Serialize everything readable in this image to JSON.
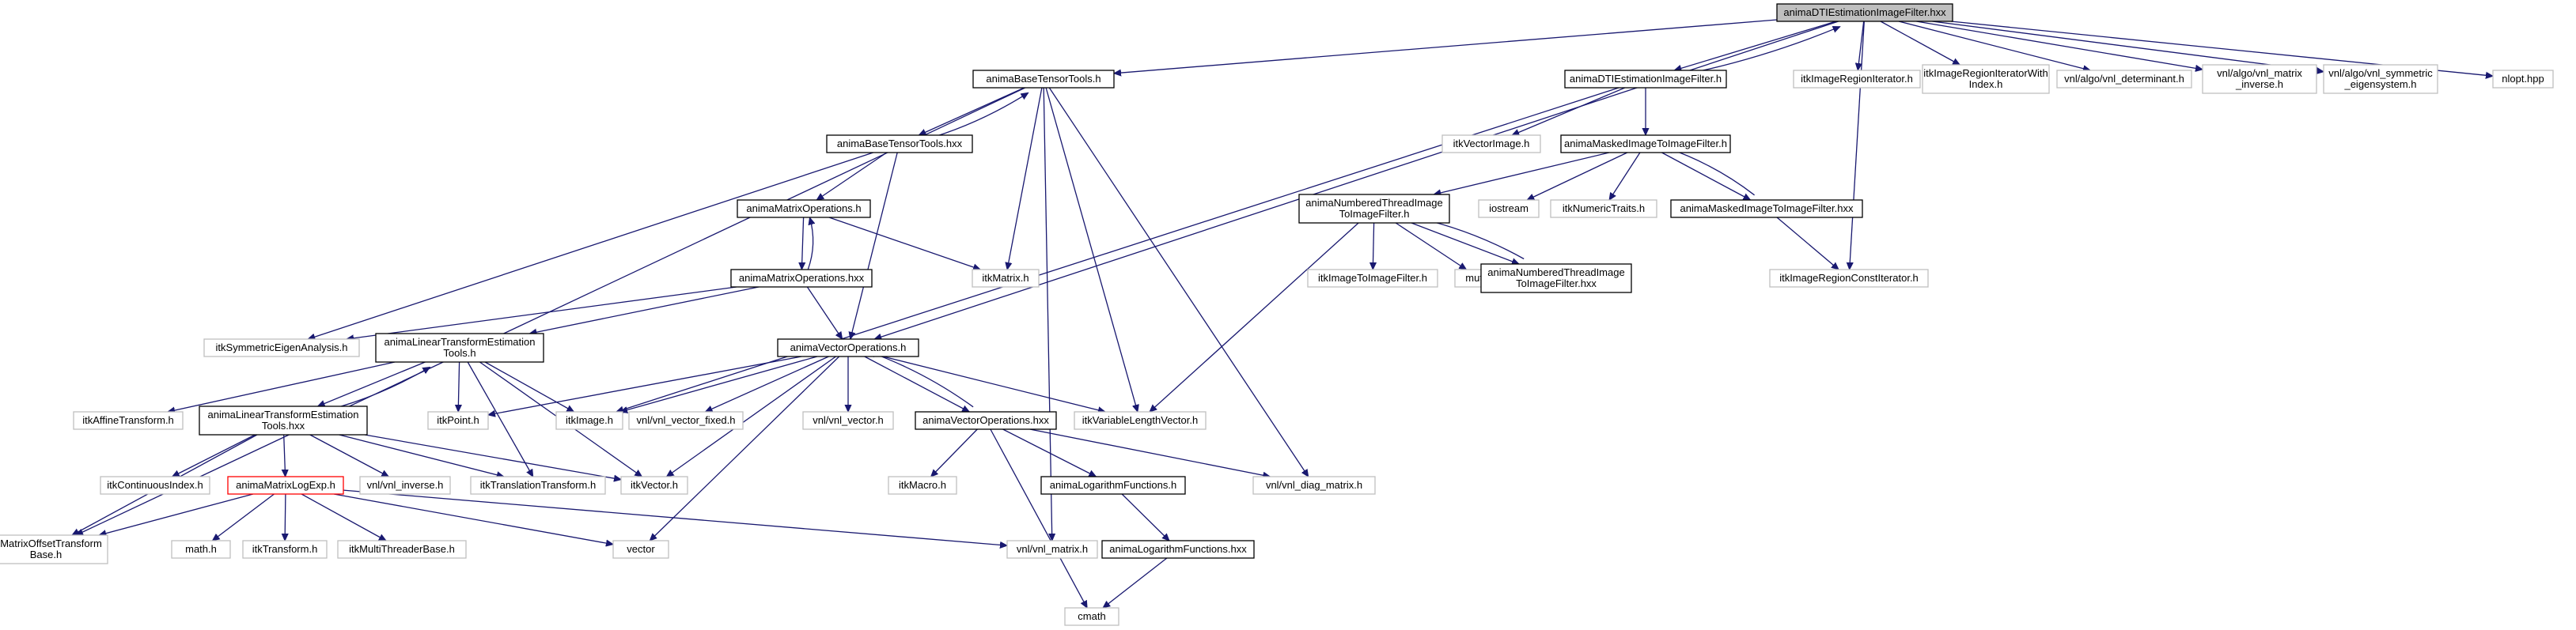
{
  "graph": {
    "nodes": [
      {
        "id": "root",
        "lines": [
          "animaDTIEstimationImageFilter.hxx"
        ],
        "kind": "root"
      },
      {
        "id": "base_h",
        "lines": [
          "animaBaseTensorTools.h"
        ],
        "kind": "documented"
      },
      {
        "id": "dti_h",
        "lines": [
          "animaDTIEstimationImageFilter.h"
        ],
        "kind": "documented"
      },
      {
        "id": "itkImageRegionIterator_h",
        "lines": [
          "itkImageRegionIterator.h"
        ],
        "kind": "external"
      },
      {
        "id": "itkImageRegionIteratorWithIndex_h",
        "lines": [
          "itkImageRegionIteratorWith",
          "Index.h"
        ],
        "kind": "external"
      },
      {
        "id": "vnl_determinant_h",
        "lines": [
          "vnl/algo/vnl_determinant.h"
        ],
        "kind": "external"
      },
      {
        "id": "vnl_matrix_inverse_h",
        "lines": [
          "vnl/algo/vnl_matrix",
          "_inverse.h"
        ],
        "kind": "external"
      },
      {
        "id": "vnl_symmetric_eigensystem_h",
        "lines": [
          "vnl/algo/vnl_symmetric",
          "_eigensystem.h"
        ],
        "kind": "external"
      },
      {
        "id": "nlopt_hpp",
        "lines": [
          "nlopt.hpp"
        ],
        "kind": "external"
      },
      {
        "id": "base_hxx",
        "lines": [
          "animaBaseTensorTools.hxx"
        ],
        "kind": "documented"
      },
      {
        "id": "itkVectorImage_h",
        "lines": [
          "itkVectorImage.h"
        ],
        "kind": "external"
      },
      {
        "id": "masked_h",
        "lines": [
          "animaMaskedImageToImageFilter.h"
        ],
        "kind": "documented"
      },
      {
        "id": "matops_h",
        "lines": [
          "animaMatrixOperations.h"
        ],
        "kind": "documented"
      },
      {
        "id": "numbered_h",
        "lines": [
          "animaNumberedThreadImage",
          "ToImageFilter.h"
        ],
        "kind": "documented"
      },
      {
        "id": "iostream",
        "lines": [
          "iostream"
        ],
        "kind": "external"
      },
      {
        "id": "itkNumericTraits_h",
        "lines": [
          "itkNumericTraits.h"
        ],
        "kind": "external"
      },
      {
        "id": "masked_hxx",
        "lines": [
          "animaMaskedImageToImageFilter.hxx"
        ],
        "kind": "documented"
      },
      {
        "id": "itkImageRegionConstIterator_h",
        "lines": [
          "itkImageRegionConstIterator.h"
        ],
        "kind": "external"
      },
      {
        "id": "itkMatrix_h",
        "lines": [
          "itkMatrix.h"
        ],
        "kind": "external"
      },
      {
        "id": "itkImageToImageFilter_h",
        "lines": [
          "itkImageToImageFilter.h"
        ],
        "kind": "external"
      },
      {
        "id": "mutex",
        "lines": [
          "mutex"
        ],
        "kind": "external"
      },
      {
        "id": "numbered_hxx",
        "lines": [
          "animaNumberedThreadImage",
          "ToImageFilter.hxx"
        ],
        "kind": "documented"
      },
      {
        "id": "matops_hxx",
        "lines": [
          "animaMatrixOperations.hxx"
        ],
        "kind": "documented"
      },
      {
        "id": "itkSymmetricEigenAnalysis_h",
        "lines": [
          "itkSymmetricEigenAnalysis.h"
        ],
        "kind": "external"
      },
      {
        "id": "linest_h",
        "lines": [
          "animaLinearTransformEstimation",
          "Tools.h"
        ],
        "kind": "documented"
      },
      {
        "id": "vecops_h",
        "lines": [
          "animaVectorOperations.h"
        ],
        "kind": "documented"
      },
      {
        "id": "itkAffineTransform_h",
        "lines": [
          "itkAffineTransform.h"
        ],
        "kind": "external"
      },
      {
        "id": "linest_hxx",
        "lines": [
          "animaLinearTransformEstimation",
          "Tools.hxx"
        ],
        "kind": "documented"
      },
      {
        "id": "itkPoint_h",
        "lines": [
          "itkPoint.h"
        ],
        "kind": "external"
      },
      {
        "id": "itkImage_h",
        "lines": [
          "itkImage.h"
        ],
        "kind": "external"
      },
      {
        "id": "vnl_vector_fixed_h",
        "lines": [
          "vnl/vnl_vector_fixed.h"
        ],
        "kind": "external"
      },
      {
        "id": "vnl_vector_h",
        "lines": [
          "vnl/vnl_vector.h"
        ],
        "kind": "external"
      },
      {
        "id": "vecops_hxx",
        "lines": [
          "animaVectorOperations.hxx"
        ],
        "kind": "documented"
      },
      {
        "id": "itkVariableLengthVector_h",
        "lines": [
          "itkVariableLengthVector.h"
        ],
        "kind": "external"
      },
      {
        "id": "itkContinuousIndex_h",
        "lines": [
          "itkContinuousIndex.h"
        ],
        "kind": "external"
      },
      {
        "id": "logexp_h",
        "lines": [
          "animaMatrixLogExp.h"
        ],
        "kind": "truncated"
      },
      {
        "id": "vnl_inverse_h",
        "lines": [
          "vnl/vnl_inverse.h"
        ],
        "kind": "external"
      },
      {
        "id": "itkTranslationTransform_h",
        "lines": [
          "itkTranslationTransform.h"
        ],
        "kind": "external"
      },
      {
        "id": "itkVector_h",
        "lines": [
          "itkVector.h"
        ],
        "kind": "external"
      },
      {
        "id": "itkMacro_h",
        "lines": [
          "itkMacro.h"
        ],
        "kind": "external"
      },
      {
        "id": "logfun_h",
        "lines": [
          "animaLogarithmFunctions.h"
        ],
        "kind": "documented"
      },
      {
        "id": "vnl_diag_matrix_h",
        "lines": [
          "vnl/vnl_diag_matrix.h"
        ],
        "kind": "external"
      },
      {
        "id": "itkMatrixOffsetTransformBase_h",
        "lines": [
          "itkMatrixOffsetTransform",
          "Base.h"
        ],
        "kind": "external"
      },
      {
        "id": "math_h",
        "lines": [
          "math.h"
        ],
        "kind": "external"
      },
      {
        "id": "itkTransform_h",
        "lines": [
          "itkTransform.h"
        ],
        "kind": "external"
      },
      {
        "id": "itkMultiThreaderBase_h",
        "lines": [
          "itkMultiThreaderBase.h"
        ],
        "kind": "external"
      },
      {
        "id": "vector",
        "lines": [
          "vector"
        ],
        "kind": "external"
      },
      {
        "id": "vnl_matrix_h",
        "lines": [
          "vnl/vnl_matrix.h"
        ],
        "kind": "external"
      },
      {
        "id": "logfun_hxx",
        "lines": [
          "animaLogarithmFunctions.hxx"
        ],
        "kind": "documented"
      },
      {
        "id": "cmath",
        "lines": [
          "cmath"
        ],
        "kind": "external"
      }
    ],
    "edges": [
      [
        "root",
        "base_h"
      ],
      [
        "root",
        "dti_h"
      ],
      [
        "root",
        "itkImageRegionIterator_h"
      ],
      [
        "root",
        "itkImageRegionIteratorWithIndex_h"
      ],
      [
        "root",
        "vnl_determinant_h"
      ],
      [
        "root",
        "vnl_matrix_inverse_h"
      ],
      [
        "root",
        "vnl_symmetric_eigensystem_h"
      ],
      [
        "root",
        "nlopt_hpp"
      ],
      [
        "root",
        "itkImageRegionConstIterator_h"
      ],
      [
        "root",
        "vecops_h"
      ],
      [
        "base_h",
        "base_hxx"
      ],
      [
        "base_h",
        "itkMatrixOffsetTransformBase_h"
      ],
      [
        "base_h",
        "itkMatrix_h"
      ],
      [
        "base_h",
        "itkVariableLengthVector_h"
      ],
      [
        "base_h",
        "vnl_matrix_h"
      ],
      [
        "base_h",
        "vnl_diag_matrix_h"
      ],
      [
        "base_hxx",
        "base_h"
      ],
      [
        "base_hxx",
        "matops_h"
      ],
      [
        "base_hxx",
        "itkSymmetricEigenAnalysis_h"
      ],
      [
        "base_hxx",
        "vecops_h"
      ],
      [
        "dti_h",
        "root"
      ],
      [
        "dti_h",
        "itkVectorImage_h"
      ],
      [
        "dti_h",
        "masked_h"
      ],
      [
        "dti_h",
        "itkImage_h"
      ],
      [
        "masked_h",
        "numbered_h"
      ],
      [
        "masked_h",
        "iostream"
      ],
      [
        "masked_h",
        "itkNumericTraits_h"
      ],
      [
        "masked_h",
        "masked_hxx"
      ],
      [
        "masked_hxx",
        "masked_h"
      ],
      [
        "masked_hxx",
        "itkImageRegionConstIterator_h"
      ],
      [
        "numbered_h",
        "itkImageToImageFilter_h"
      ],
      [
        "numbered_h",
        "mutex"
      ],
      [
        "numbered_h",
        "numbered_hxx"
      ],
      [
        "numbered_h",
        "itkVariableLengthVector_h"
      ],
      [
        "numbered_hxx",
        "numbered_h"
      ],
      [
        "matops_h",
        "matops_hxx"
      ],
      [
        "matops_h",
        "itkMatrix_h"
      ],
      [
        "matops_hxx",
        "matops_h"
      ],
      [
        "matops_hxx",
        "itkSymmetricEigenAnalysis_h"
      ],
      [
        "matops_hxx",
        "linest_h"
      ],
      [
        "matops_hxx",
        "vecops_h"
      ],
      [
        "linest_h",
        "itkAffineTransform_h"
      ],
      [
        "linest_h",
        "linest_hxx"
      ],
      [
        "linest_h",
        "itkPoint_h"
      ],
      [
        "linest_h",
        "itkImage_h"
      ],
      [
        "linest_h",
        "itkTranslationTransform_h"
      ],
      [
        "linest_h",
        "itkVector_h"
      ],
      [
        "linest_hxx",
        "linest_h"
      ],
      [
        "linest_hxx",
        "itkContinuousIndex_h"
      ],
      [
        "linest_hxx",
        "logexp_h"
      ],
      [
        "linest_hxx",
        "vnl_inverse_h"
      ],
      [
        "linest_hxx",
        "itkTranslationTransform_h"
      ],
      [
        "linest_hxx",
        "itkVector_h"
      ],
      [
        "linest_hxx",
        "itkMatrixOffsetTransformBase_h"
      ],
      [
        "vecops_h",
        "itkPoint_h"
      ],
      [
        "vecops_h",
        "itkImage_h"
      ],
      [
        "vecops_h",
        "vnl_vector_fixed_h"
      ],
      [
        "vecops_h",
        "vnl_vector_h"
      ],
      [
        "vecops_h",
        "vecops_hxx"
      ],
      [
        "vecops_h",
        "itkVariableLengthVector_h"
      ],
      [
        "vecops_h",
        "itkVector_h"
      ],
      [
        "vecops_h",
        "vector"
      ],
      [
        "vecops_hxx",
        "vecops_h"
      ],
      [
        "vecops_hxx",
        "itkMacro_h"
      ],
      [
        "vecops_hxx",
        "logfun_h"
      ],
      [
        "vecops_hxx",
        "vnl_diag_matrix_h"
      ],
      [
        "vecops_hxx",
        "cmath"
      ],
      [
        "logfun_h",
        "logfun_hxx"
      ],
      [
        "logfun_hxx",
        "cmath"
      ],
      [
        "logexp_h",
        "itkMatrixOffsetTransformBase_h"
      ],
      [
        "logexp_h",
        "math_h"
      ],
      [
        "logexp_h",
        "itkTransform_h"
      ],
      [
        "logexp_h",
        "itkMultiThreaderBase_h"
      ],
      [
        "logexp_h",
        "vector"
      ],
      [
        "logexp_h",
        "vnl_matrix_h"
      ]
    ]
  },
  "colors": {
    "edge": "#191970",
    "root_fill": "#bfbfbf",
    "root_border": "#000000",
    "documented_fill": "#ffffff",
    "documented_border": "#000000",
    "external_fill": "#ffffff",
    "external_border": "#bfbfbf",
    "truncated_fill": "#ffffff",
    "truncated_border": "#ff0000"
  }
}
